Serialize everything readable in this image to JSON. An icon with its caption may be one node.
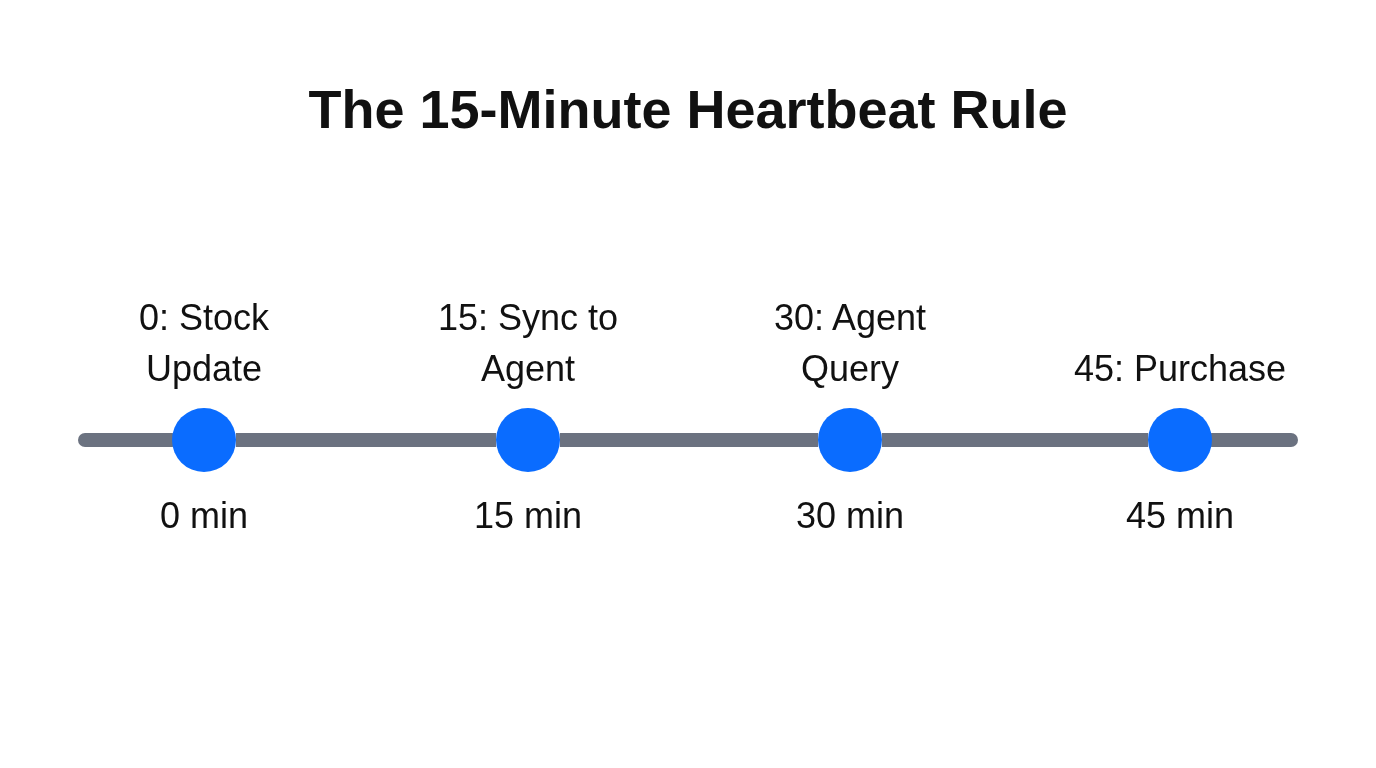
{
  "diagram": {
    "title": "The 15-Minute Heartbeat Rule",
    "nodes": [
      {
        "text": [
          "0: Stock Update"
        ],
        "beside": [
          "0 min"
        ]
      },
      {
        "text": [
          "15: Sync to Agent"
        ],
        "beside": [
          "15 min"
        ]
      },
      {
        "text": [
          "30: Agent Query"
        ],
        "beside": [
          "30 min"
        ]
      },
      {
        "text": [
          "45: Purchase"
        ],
        "beside": [
          "45 min"
        ]
      }
    ],
    "edges": [
      {
        "from": 0,
        "to": 1,
        "arrow": "none"
      },
      {
        "from": 1,
        "to": 2,
        "arrow": "none"
      },
      {
        "from": 2,
        "to": 3,
        "arrow": "none"
      }
    ]
  }
}
